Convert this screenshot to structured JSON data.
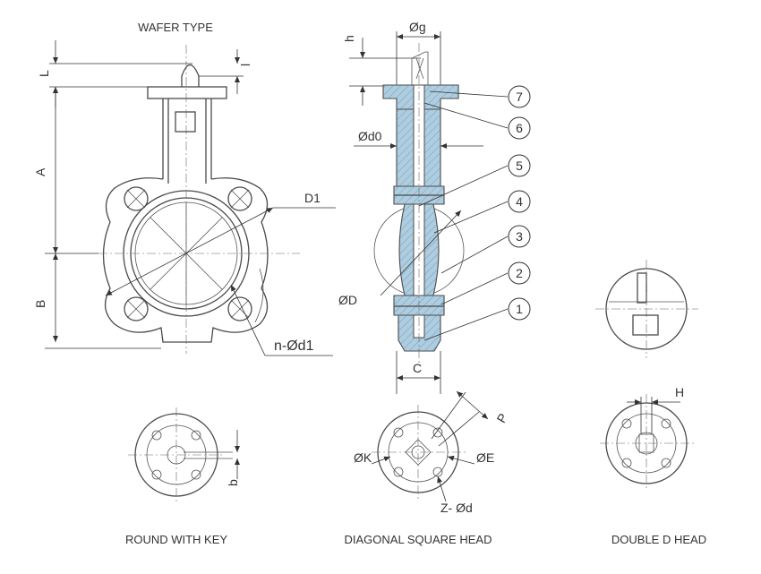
{
  "titles": {
    "top": "WAFER TYPE",
    "round_key": "ROUND WITH KEY",
    "diagonal_square": "DIAGONAL SQUARE HEAD",
    "double_d": "DOUBLE D HEAD"
  },
  "dimensions": {
    "L": "L",
    "l": "l",
    "A": "A",
    "B": "B",
    "D1": "D1",
    "n_d1": "n-Ød1",
    "g": "Øg",
    "h": "h",
    "d0": "Ød0",
    "D": "ØD",
    "C": "C",
    "b": "b",
    "P": "P",
    "K": "ØK",
    "E": "ØE",
    "Z_d": "Z- Ød",
    "H": "H"
  },
  "part_callouts": [
    "7",
    "6",
    "5",
    "4",
    "3",
    "2",
    "1"
  ]
}
